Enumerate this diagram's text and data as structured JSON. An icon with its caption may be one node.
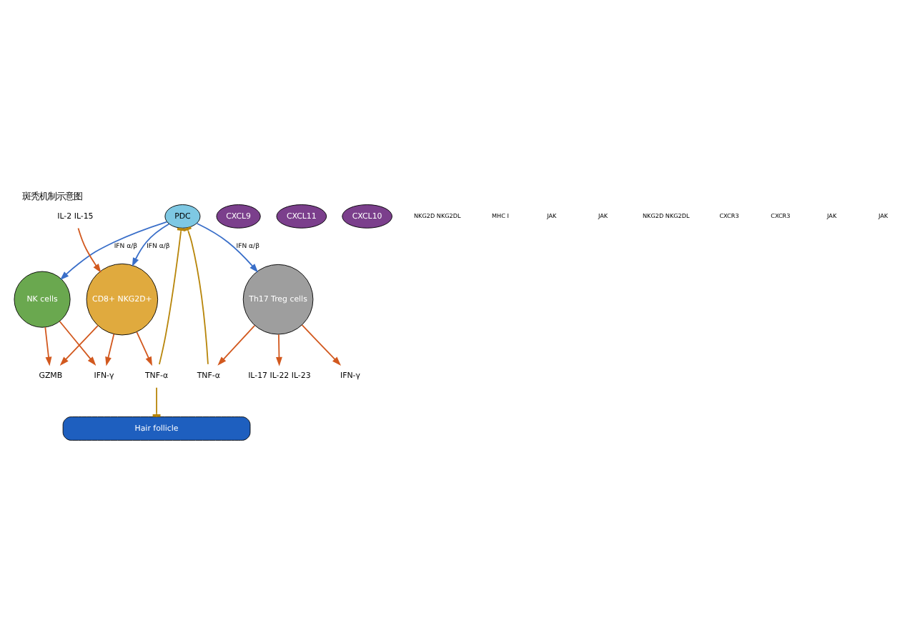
{
  "diagram": {
    "title": "斑秃机制示意图",
    "nodes": [
      {
        "text": [
          "PDC"
        ]
      },
      {
        "text": [
          "TNF-α"
        ]
      },
      {
        "text": [
          "CD8+ NKG2D+"
        ]
      },
      {
        "text": [
          "NK cells"
        ]
      },
      {
        "text": [
          "TNF-α"
        ]
      },
      {
        "text": [
          "Th17 Treg cells"
        ]
      },
      {
        "text": [
          "GZMB"
        ]
      },
      {
        "text": [
          "IFN-γ"
        ]
      },
      {
        "text": [
          "CXCL9"
        ]
      },
      {
        "text": [
          "CXCL11"
        ]
      },
      {
        "text": [
          "CXCL10"
        ]
      },
      {
        "text": [
          "IFN-γ"
        ]
      },
      {
        "text": [
          "IL-2 IL-15"
        ]
      },
      {
        "text": [
          "IL-17 IL-22 IL-23"
        ]
      },
      {
        "text": [
          "Hair follicle"
        ]
      }
    ],
    "edges": [
      {
        "from": 0,
        "to": 2,
        "arrow": "to",
        "label": "IFN α/β",
        "color": "#3a6fc9"
      },
      {
        "from": 0,
        "to": 3,
        "arrow": "to",
        "label": "IFN α/β",
        "color": "#3a6fc9"
      },
      {
        "from": 0,
        "to": 5,
        "arrow": "to",
        "label": "IFN α/β",
        "color": "#3a6fc9"
      },
      {
        "from": 1,
        "to": 0,
        "arrow": "other",
        "color": "#b8860b"
      },
      {
        "from": 4,
        "to": 0,
        "arrow": "other",
        "color": "#b8860b"
      },
      {
        "from": 1,
        "to": 14,
        "arrow": "other",
        "color": "#b8860b"
      },
      {
        "from": 2,
        "to": 1,
        "arrow": "to"
      },
      {
        "from": 2,
        "to": 6,
        "arrow": "to"
      },
      {
        "from": 2,
        "to": 7,
        "arrow": "to"
      },
      {
        "from": 3,
        "to": 6,
        "arrow": "to"
      },
      {
        "from": 3,
        "to": 7,
        "arrow": "to"
      },
      {
        "from": 12,
        "to": 2,
        "arrow": "to"
      },
      {
        "from": 5,
        "to": 4,
        "arrow": "to"
      },
      {
        "from": 5,
        "to": 11,
        "arrow": "to"
      },
      {
        "from": 5,
        "to": 13,
        "arrow": "to"
      }
    ],
    "labels": [
      "NKG2D NKG2DL",
      "MHC I",
      "JAK",
      "JAK",
      "NKG2D NKG2DL",
      "CXCR3",
      "CXCR3",
      "JAK",
      "JAK"
    ]
  }
}
